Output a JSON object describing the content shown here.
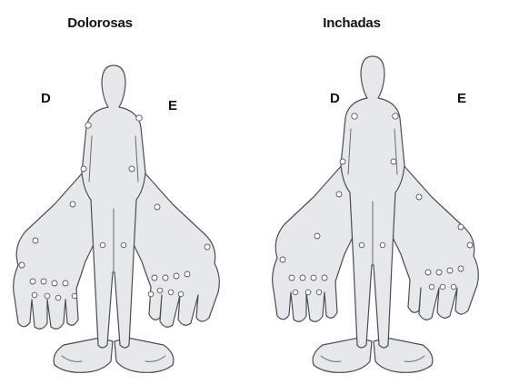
{
  "panels": [
    {
      "title": "Dolorosas",
      "side_right": "D",
      "side_left": "E"
    },
    {
      "title": "Inchadas",
      "side_right": "D",
      "side_left": "E"
    }
  ],
  "colors": {
    "body_fill": "#e6e8ec",
    "outline": "#4d4d4d",
    "joint_fill": "#ffffff"
  }
}
